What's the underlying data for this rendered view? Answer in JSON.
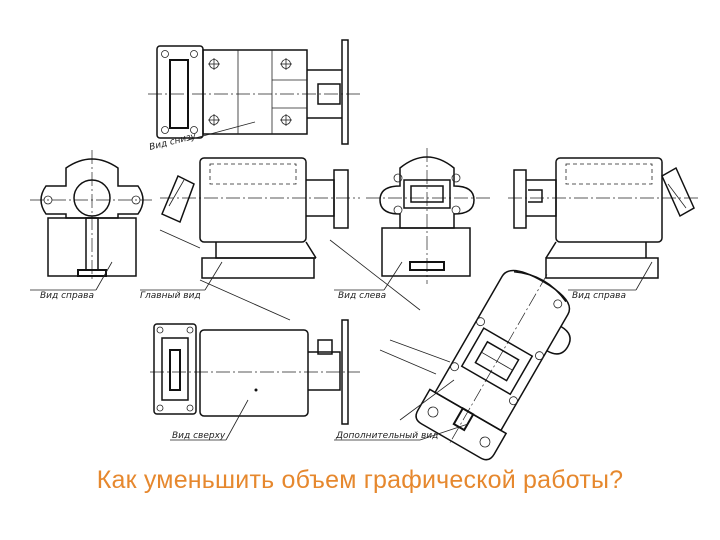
{
  "title": "Как уменьшить объем графической работы?",
  "view_labels": {
    "bottom": "Вид снизу",
    "right_top": "Вид справа",
    "front": "Главный вид",
    "left": "Вид слева",
    "right_mid": "Вид справа",
    "top": "Вид сверху",
    "auxiliary": "Дополнительный вид"
  },
  "colors": {
    "title": "#e6882e",
    "lines": "#111111"
  }
}
